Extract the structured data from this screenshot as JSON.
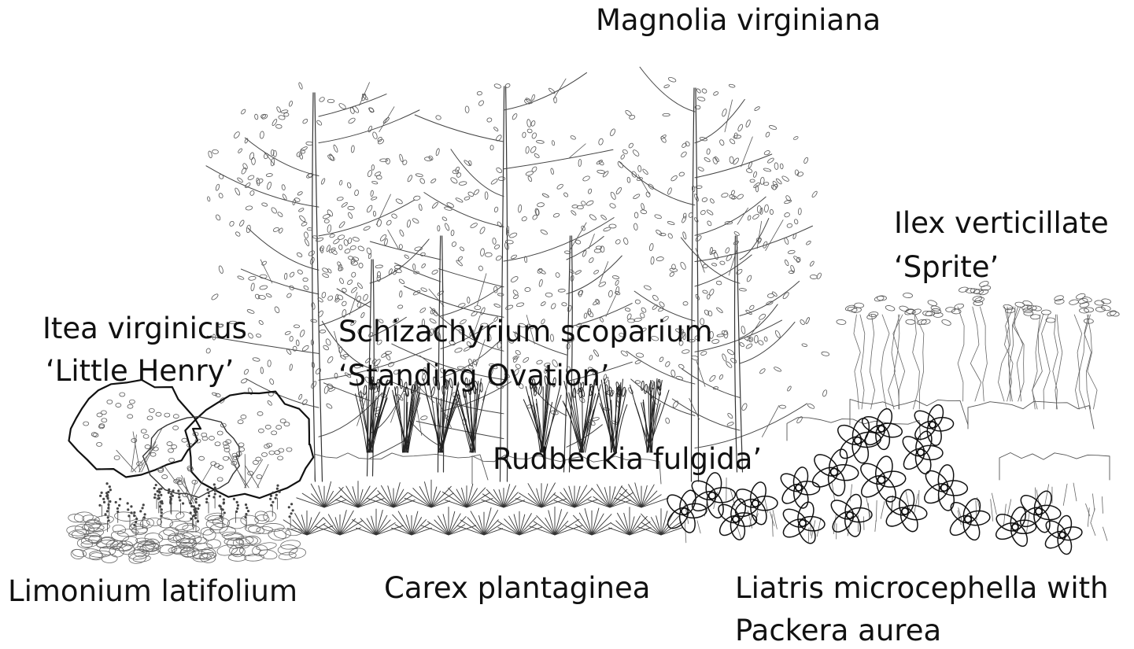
{
  "labels": {
    "magnolia": "Magnolia virginiana",
    "ilex_line1": "Ilex verticillate",
    "ilex_line2": "‘Sprite’",
    "itea_line1": "Itea virginicus",
    "itea_line2": "‘Little Henry’",
    "schizachyrium_line1": "Schizachyrium scoparium",
    "schizachyrium_line2": "‘Standing Ovation’",
    "rudbeckia": "Rudbeckia fulgida’",
    "limonium": "Limonium latifolium",
    "carex": "Carex  plantaginea",
    "liatris_line1": "Liatris microcephella with",
    "liatris_line2": "Packera aurea"
  },
  "colors": {
    "ink": "#111111",
    "background": "#ffffff"
  }
}
